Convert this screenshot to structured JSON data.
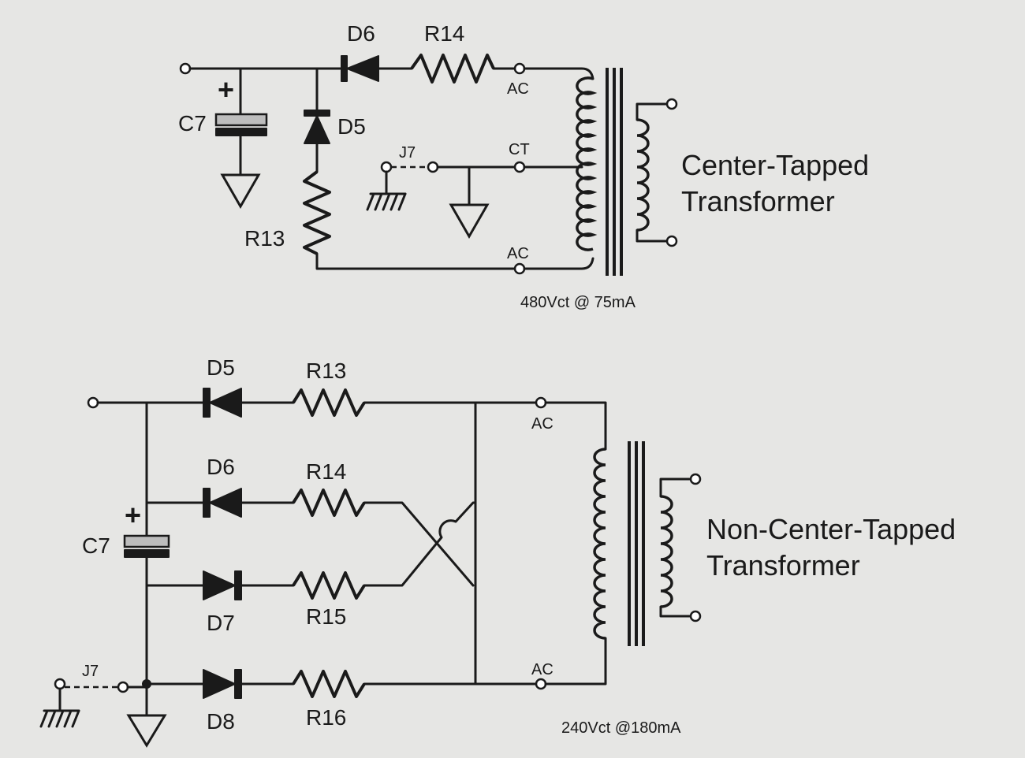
{
  "top_circuit": {
    "c7": "C7",
    "d6": "D6",
    "d5": "D5",
    "r14": "R14",
    "r13": "R13",
    "j7": "J7",
    "ac_top": "AC",
    "ct": "CT",
    "ac_bottom": "AC",
    "plus": "+",
    "title_line1": "Center-Tapped",
    "title_line2": "Transformer",
    "rating": "480Vct @ 75mA"
  },
  "bottom_circuit": {
    "d5": "D5",
    "d6": "D6",
    "d7": "D7",
    "d8": "D8",
    "r13": "R13",
    "r14": "R14",
    "r15": "R15",
    "r16": "R16",
    "c7": "C7",
    "j7": "J7",
    "ac_top": "AC",
    "ac_bottom": "AC",
    "plus": "+",
    "title_line1": "Non-Center-Tapped",
    "title_line2": "Transformer",
    "rating": "240Vct @180mA"
  }
}
